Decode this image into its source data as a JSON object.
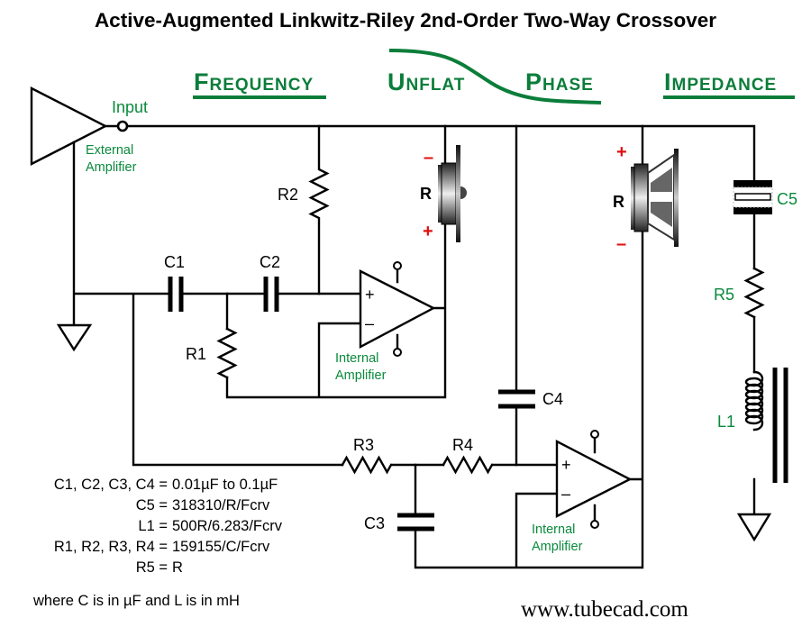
{
  "title": "Active-Augmented Linkwitz-Riley 2nd-Order Two-Way Crossover",
  "banner": {
    "frequency": "Frequency",
    "unflat": "Unflat",
    "phase": "Phase",
    "impedance": "Impedance",
    "color": "#0b7d3a"
  },
  "labels": {
    "input": "Input",
    "external_amp_line1": "External",
    "external_amp_line2": "Amplifier",
    "internal_amp_line1": "Internal",
    "internal_amp_line2": "Amplifier",
    "c1": "C1",
    "c2": "C2",
    "c3": "C3",
    "c4": "C4",
    "c5": "C5",
    "r1": "R1",
    "r2": "R2",
    "r3": "R3",
    "r4": "R4",
    "r5": "R5",
    "l1": "L1",
    "opamp_plus": "+",
    "opamp_minus": "–",
    "tweeter": {
      "name": "R",
      "top_polarity": "–",
      "bottom_polarity": "+"
    },
    "woofer": {
      "name": "R",
      "top_polarity": "+",
      "bottom_polarity": "–"
    }
  },
  "equations": [
    {
      "lhs": "C1, C2, C3, C4 =",
      "rhs": "0.01µF to 0.1µF"
    },
    {
      "lhs": "C5 =",
      "rhs": "318310/R/Fcrv"
    },
    {
      "lhs": "L1 =",
      "rhs": "500R/6.283/Fcrv"
    },
    {
      "lhs": "R1, R2, R3, R4 =",
      "rhs": "159155/C/Fcrv"
    },
    {
      "lhs": "R5 =",
      "rhs": "R"
    }
  ],
  "note": "where C is in µF and L is in mH",
  "website": "www.tubecad.com",
  "colors": {
    "label_green": "#0a8a3c",
    "polarity_red": "#e01010"
  }
}
